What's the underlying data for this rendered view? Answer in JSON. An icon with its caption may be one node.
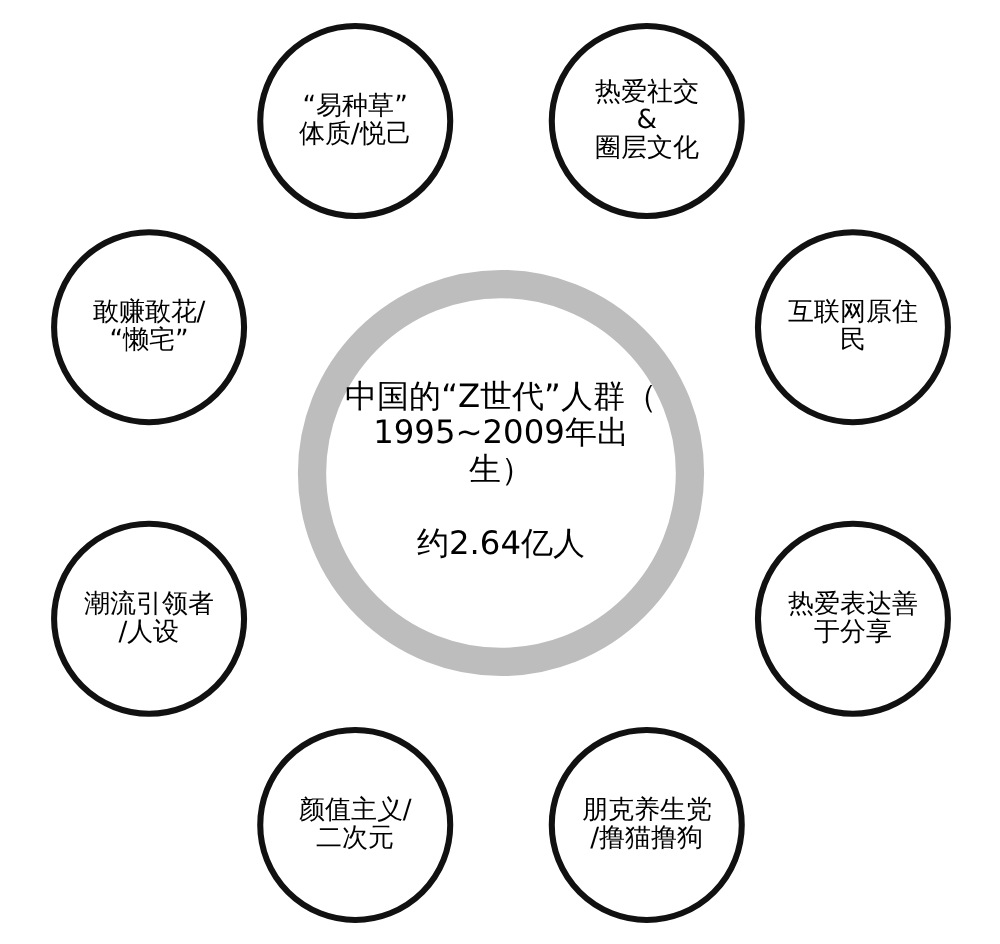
{
  "diagram": {
    "nodes": [
      {
        "text": [
          "中国的“Z世代”人群（1995~2009年出生）",
          "约2.64亿人"
        ]
      },
      {
        "text": [
          "互联网原住民"
        ]
      },
      {
        "text": [
          "热爱社交 & 圈层文化"
        ]
      },
      {
        "text": [
          "“易种草”体质/悦己"
        ]
      },
      {
        "text": [
          "敢赚敢花/“懒宅”"
        ]
      },
      {
        "text": [
          "潮流引领者/人设"
        ]
      },
      {
        "text": [
          "颜值主义/二次元"
        ]
      },
      {
        "text": [
          "朋克养生党/撸猫撸狗"
        ]
      },
      {
        "text": [
          "热爱表达善于分享"
        ]
      }
    ],
    "edges": []
  }
}
